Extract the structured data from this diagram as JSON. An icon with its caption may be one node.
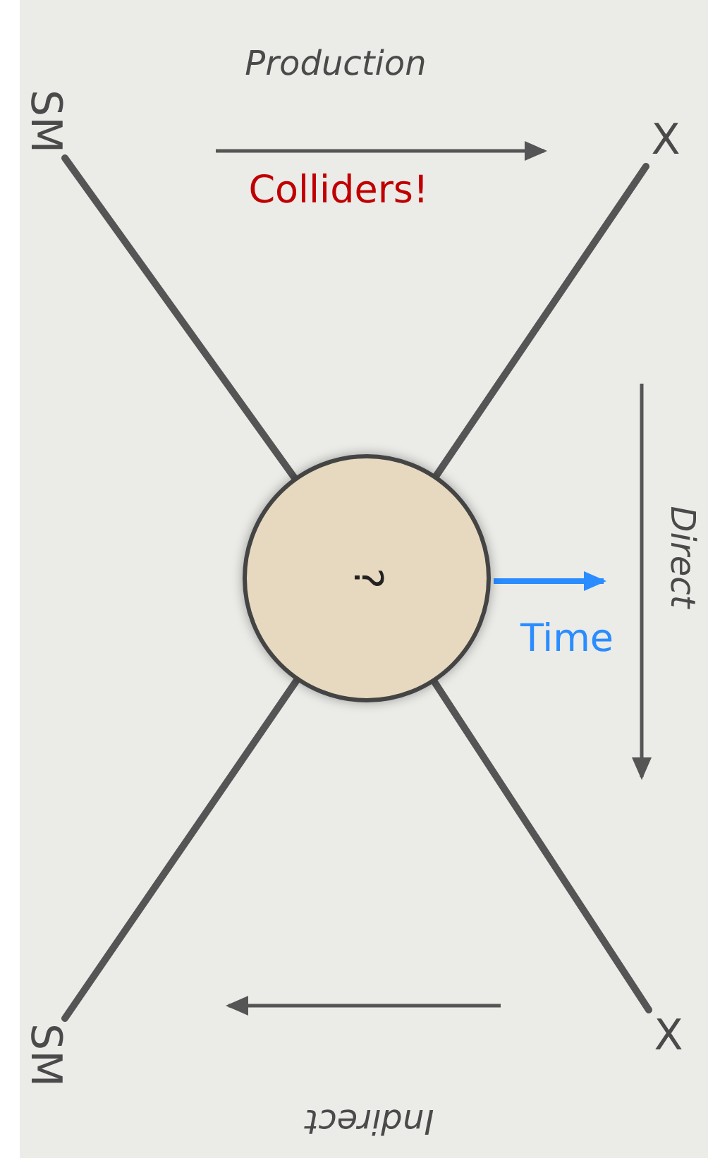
{
  "diagram": {
    "nodes": [
      {
        "text": [
          "SM"
        ]
      },
      {
        "text": [
          "X"
        ]
      },
      {
        "text": [
          "?"
        ]
      },
      {
        "text": [
          "SM"
        ]
      },
      {
        "text": [
          "X"
        ]
      }
    ],
    "edges": [
      {
        "from": 0,
        "to": 2,
        "arrow": "none"
      },
      {
        "from": 1,
        "to": 2,
        "arrow": "none"
      },
      {
        "from": 3,
        "to": 2,
        "arrow": "none"
      },
      {
        "from": 4,
        "to": 2,
        "arrow": "none"
      }
    ],
    "labels": [
      "Production",
      "Colliders!",
      "Direct",
      "Time",
      "Indirect"
    ]
  }
}
